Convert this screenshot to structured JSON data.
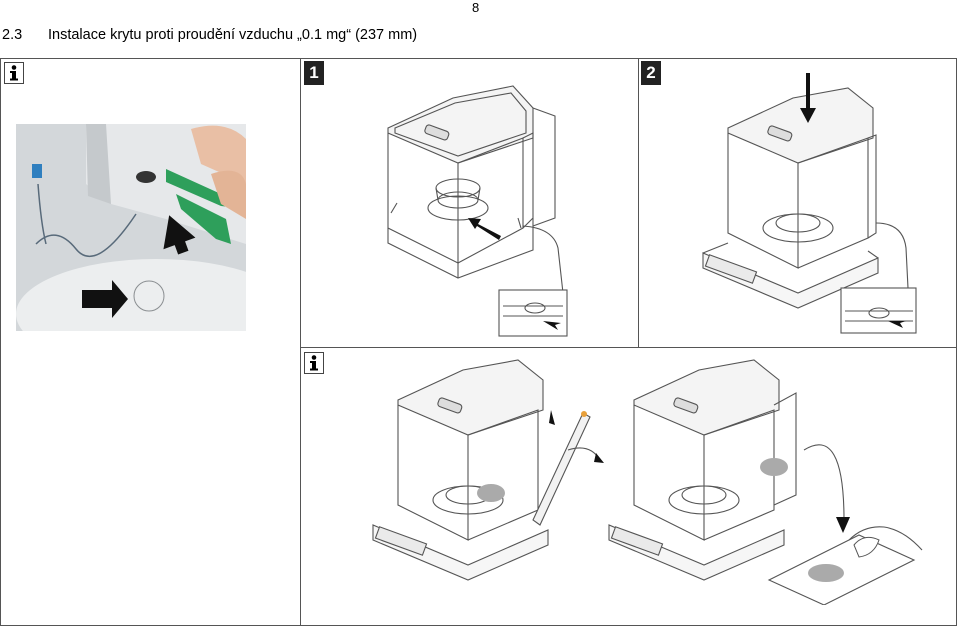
{
  "page_number": "8",
  "section": {
    "number": "2.3",
    "title": "Instalace krytu proti proudění vzduchu „0.1 mg“ (237 mm)"
  },
  "icons": [
    "info-icon",
    "info-icon"
  ],
  "steps": [
    "1",
    "2"
  ]
}
